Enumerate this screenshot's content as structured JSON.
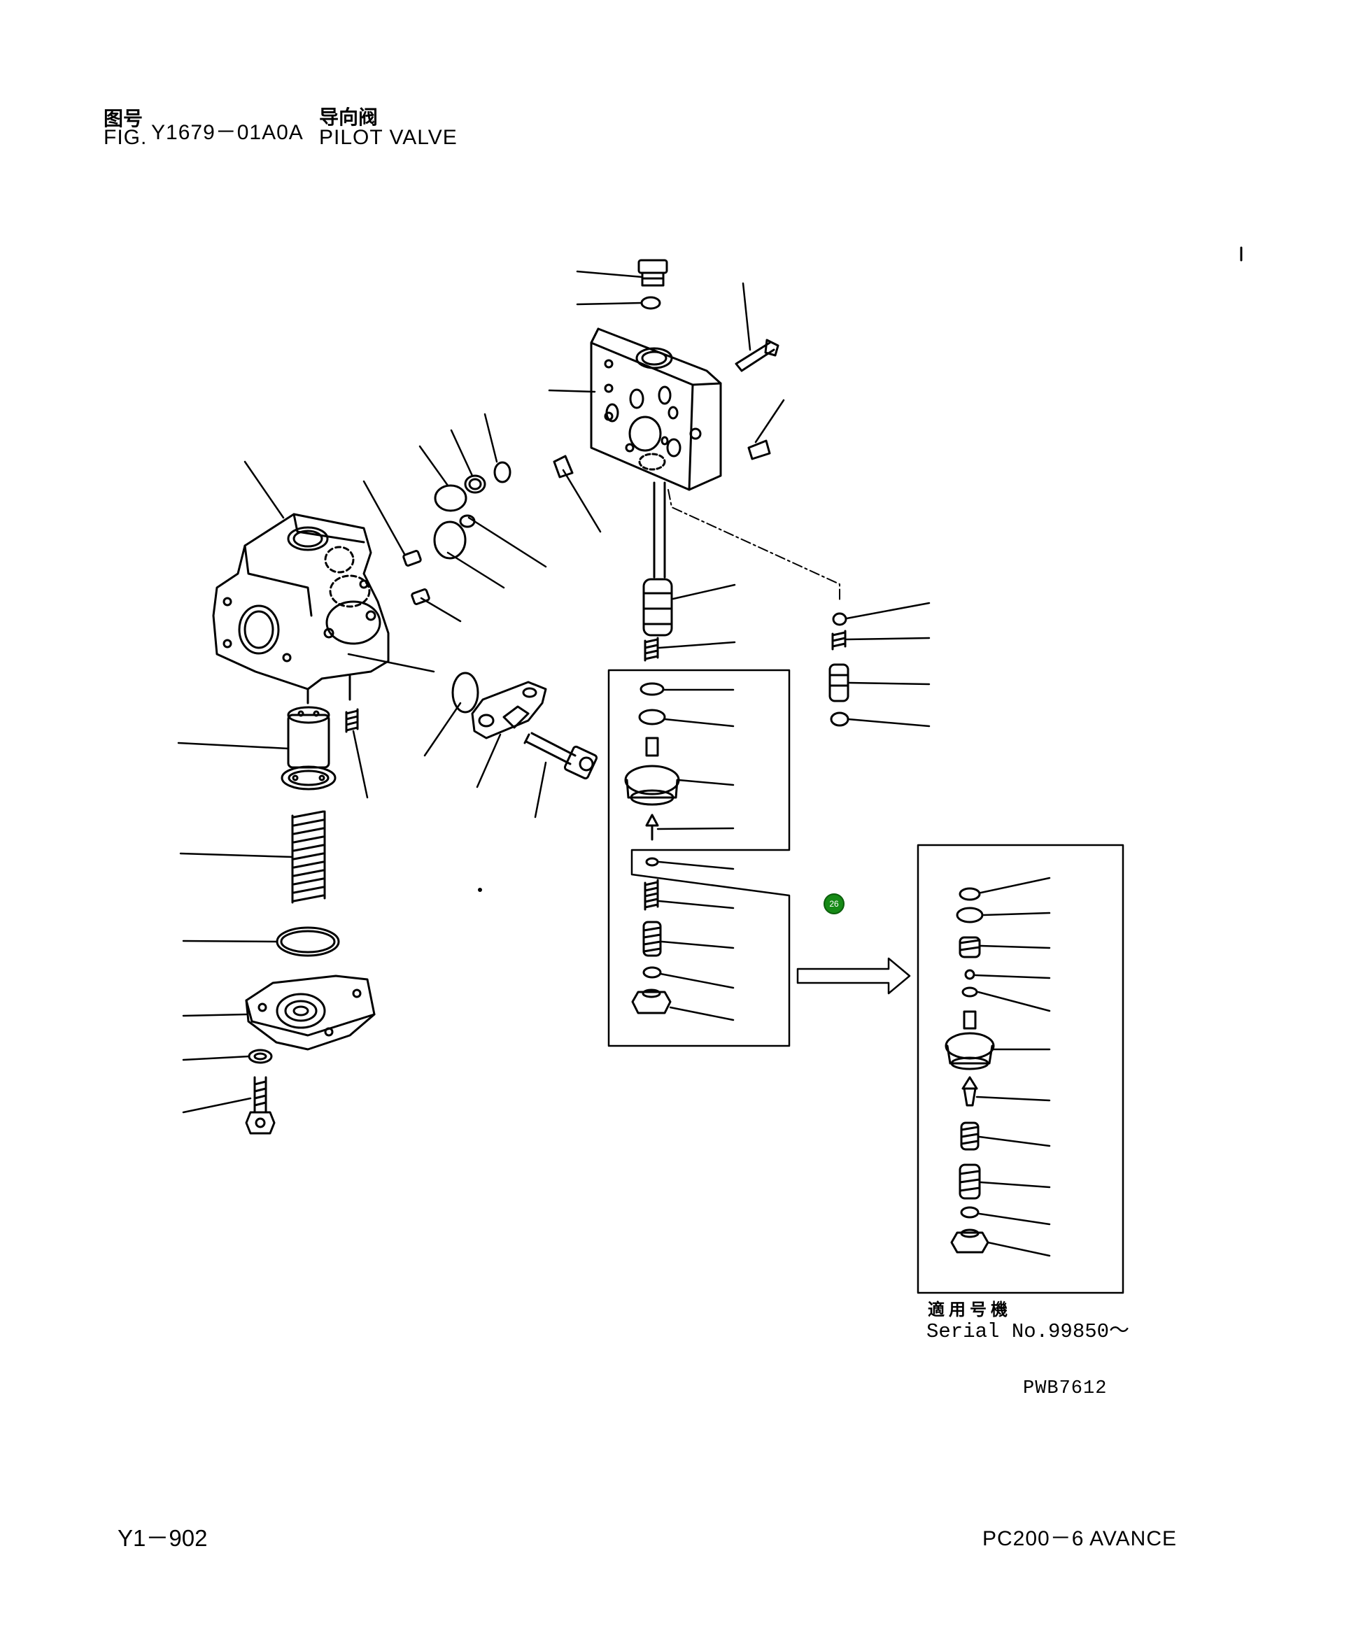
{
  "header": {
    "fig_label_cn": "图号",
    "fig_label_en": "FIG.",
    "fig_number": "Y1679－01A0A",
    "title_cn": "导向阀",
    "title_en": "PILOT VALVE"
  },
  "inset": {
    "applicable_cn": "適用号機",
    "serial": "Serial No.99850～"
  },
  "callout": {
    "number": "26"
  },
  "drawing_code": "PWB7612",
  "footer": {
    "page": "Y1－902",
    "model": "PC200－6 AVANCE"
  },
  "colors": {
    "ink": "#000000",
    "callout": "#168a16"
  }
}
